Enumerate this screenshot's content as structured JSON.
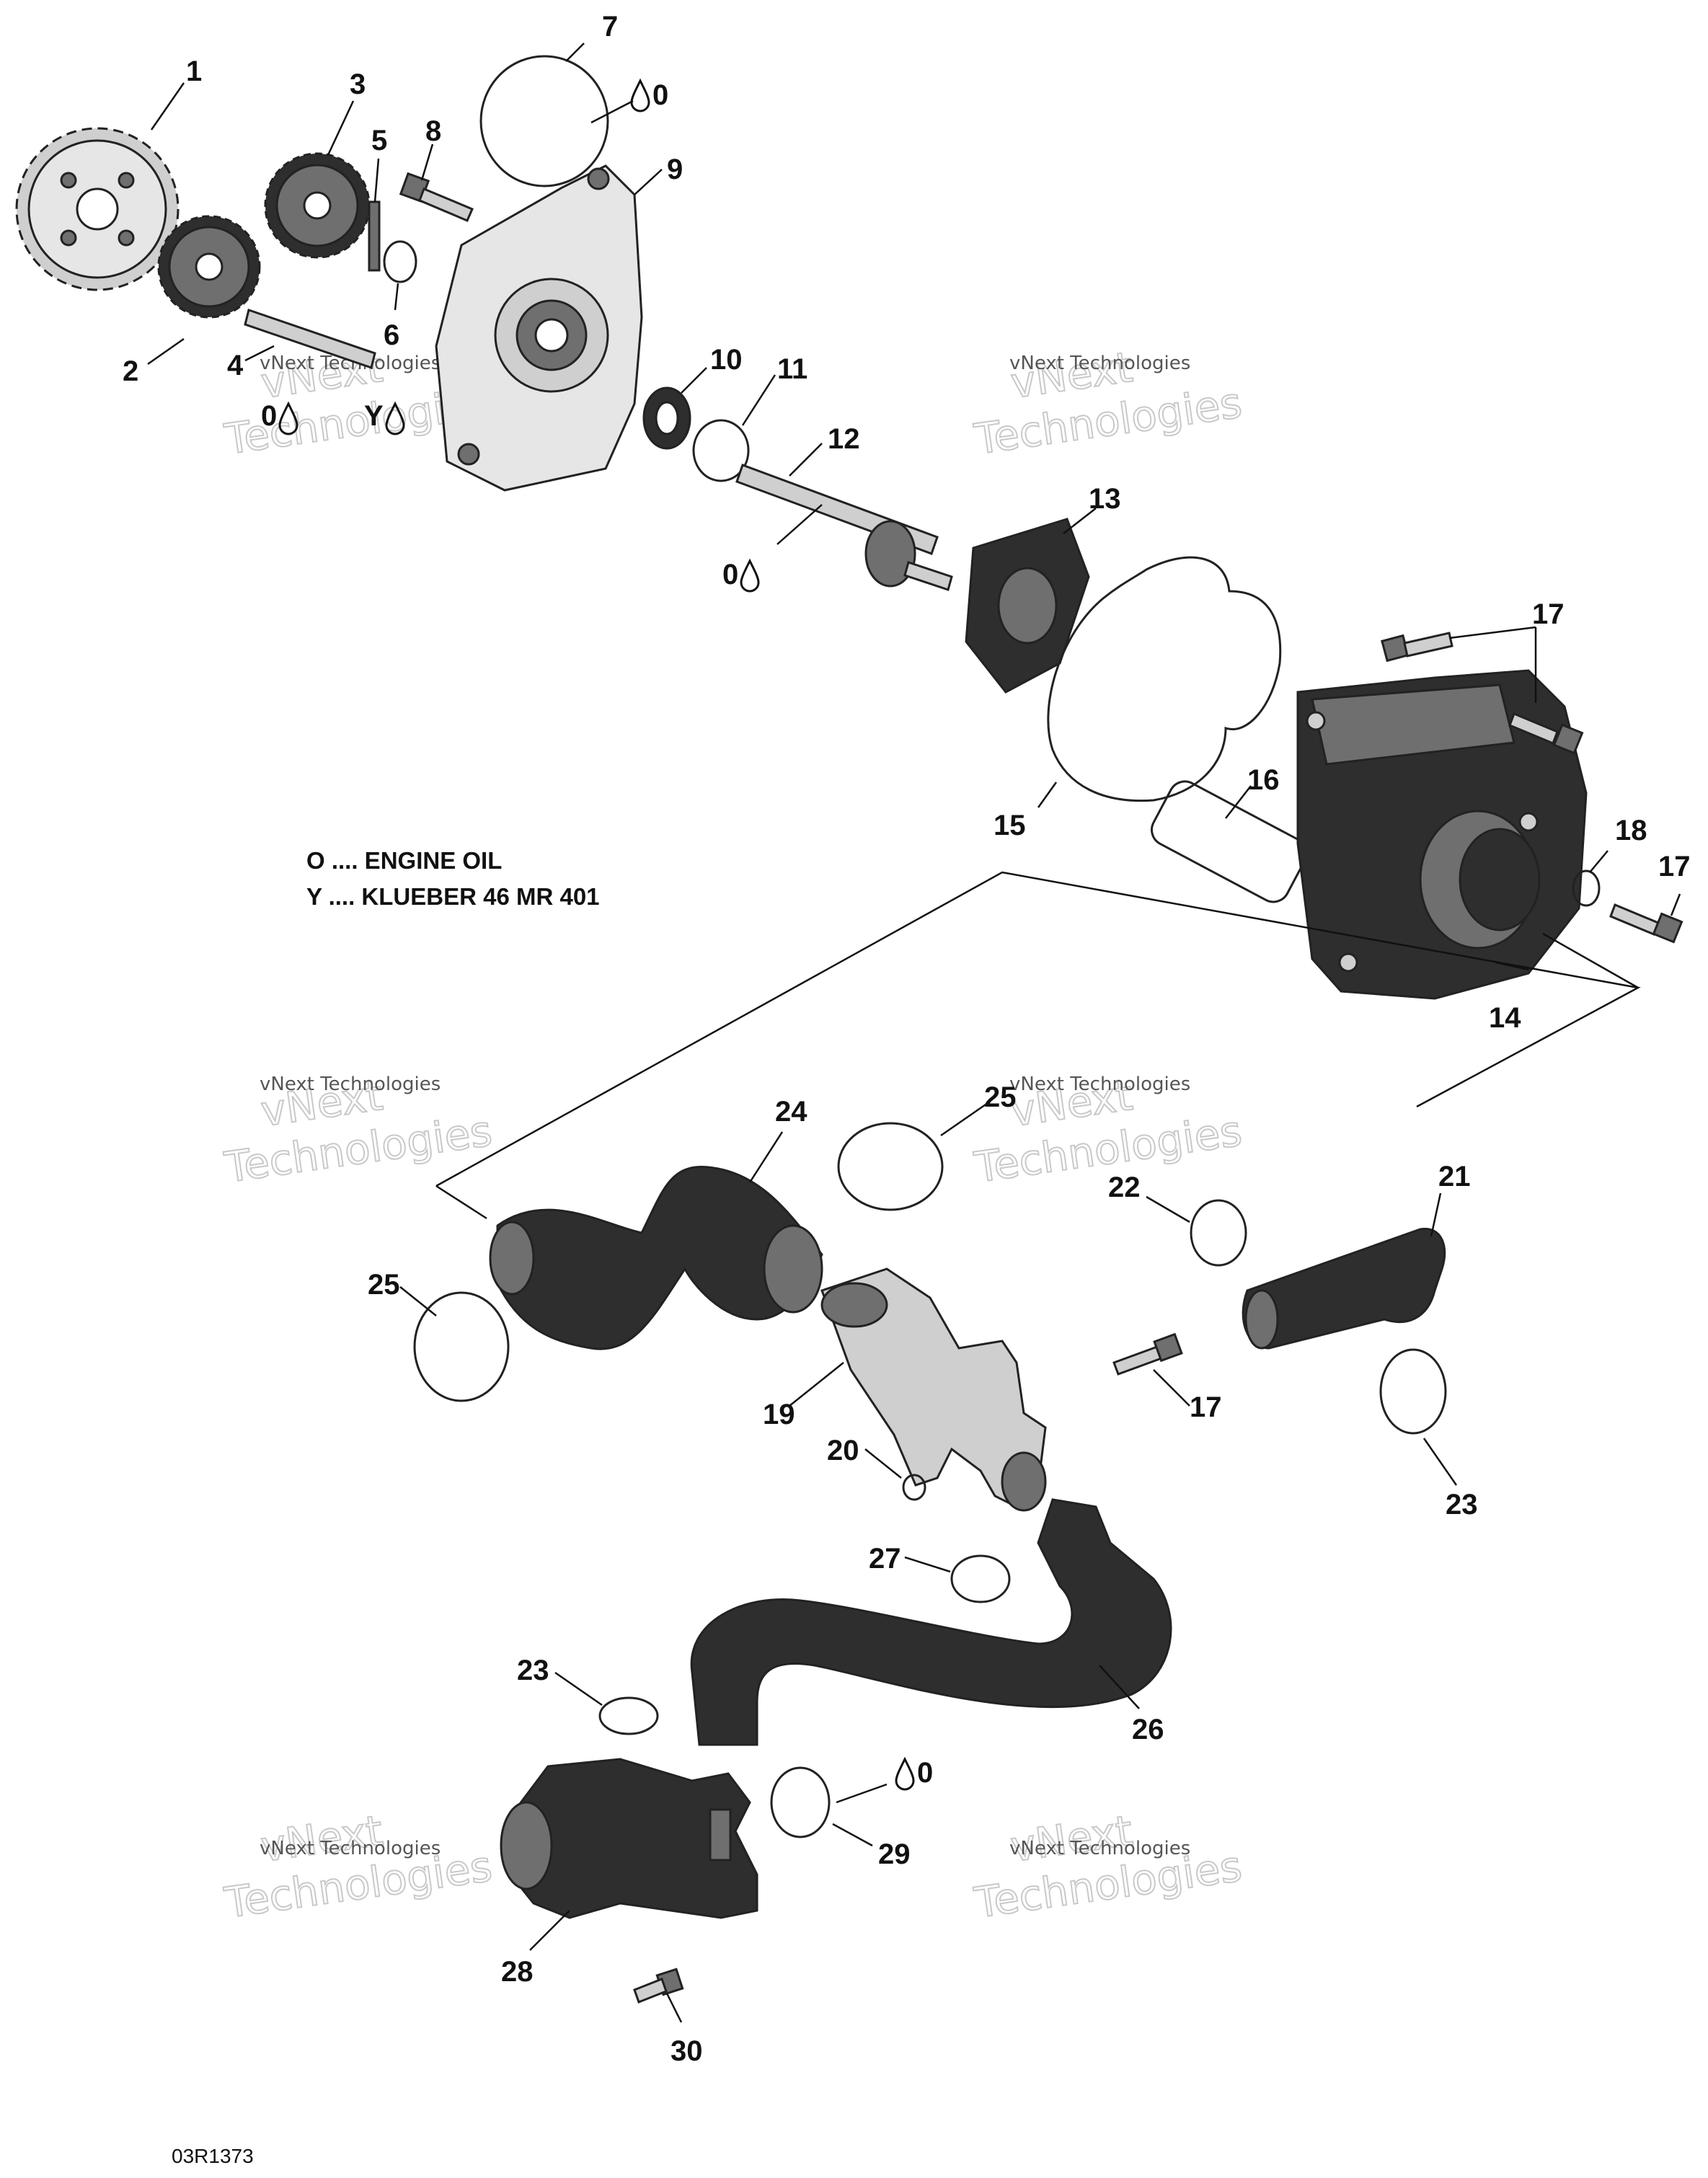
{
  "callouts": [
    {
      "id": "c1",
      "label": "1"
    },
    {
      "id": "c2",
      "label": "2"
    },
    {
      "id": "c3",
      "label": "3"
    },
    {
      "id": "c4",
      "label": "4"
    },
    {
      "id": "c5",
      "label": "5"
    },
    {
      "id": "c6",
      "label": "6"
    },
    {
      "id": "c7",
      "label": "7"
    },
    {
      "id": "c8",
      "label": "8"
    },
    {
      "id": "c9",
      "label": "9"
    },
    {
      "id": "c10",
      "label": "10"
    },
    {
      "id": "c11",
      "label": "11"
    },
    {
      "id": "c12",
      "label": "12"
    },
    {
      "id": "c13",
      "label": "13"
    },
    {
      "id": "c14",
      "label": "14"
    },
    {
      "id": "c15",
      "label": "15"
    },
    {
      "id": "c16",
      "label": "16"
    },
    {
      "id": "c17a",
      "label": "17"
    },
    {
      "id": "c17b",
      "label": "17"
    },
    {
      "id": "c17c",
      "label": "17"
    },
    {
      "id": "c18",
      "label": "18"
    },
    {
      "id": "c19",
      "label": "19"
    },
    {
      "id": "c20",
      "label": "20"
    },
    {
      "id": "c21",
      "label": "21"
    },
    {
      "id": "c22",
      "label": "22"
    },
    {
      "id": "c23a",
      "label": "23"
    },
    {
      "id": "c23b",
      "label": "23"
    },
    {
      "id": "c24",
      "label": "24"
    },
    {
      "id": "c25a",
      "label": "25"
    },
    {
      "id": "c25b",
      "label": "25"
    },
    {
      "id": "c26",
      "label": "26"
    },
    {
      "id": "c27",
      "label": "27"
    },
    {
      "id": "c28",
      "label": "28"
    },
    {
      "id": "c29",
      "label": "29"
    },
    {
      "id": "c30",
      "label": "30"
    }
  ],
  "lubricant_marks": [
    {
      "id": "m7",
      "code": "0"
    },
    {
      "id": "m4",
      "code": "0"
    },
    {
      "id": "m6",
      "code": "Y"
    },
    {
      "id": "m12",
      "code": "0"
    },
    {
      "id": "m29",
      "code": "0"
    }
  ],
  "legend": [
    {
      "code": "O",
      "text": "O .... ENGINE OIL"
    },
    {
      "code": "Y",
      "text": "Y .... KLUEBER 46 MR 401"
    }
  ],
  "watermark": {
    "small": "vNext Technologies",
    "big_line1": "vNext",
    "big_line2": "Technologies"
  },
  "reference_code": "03R1373"
}
